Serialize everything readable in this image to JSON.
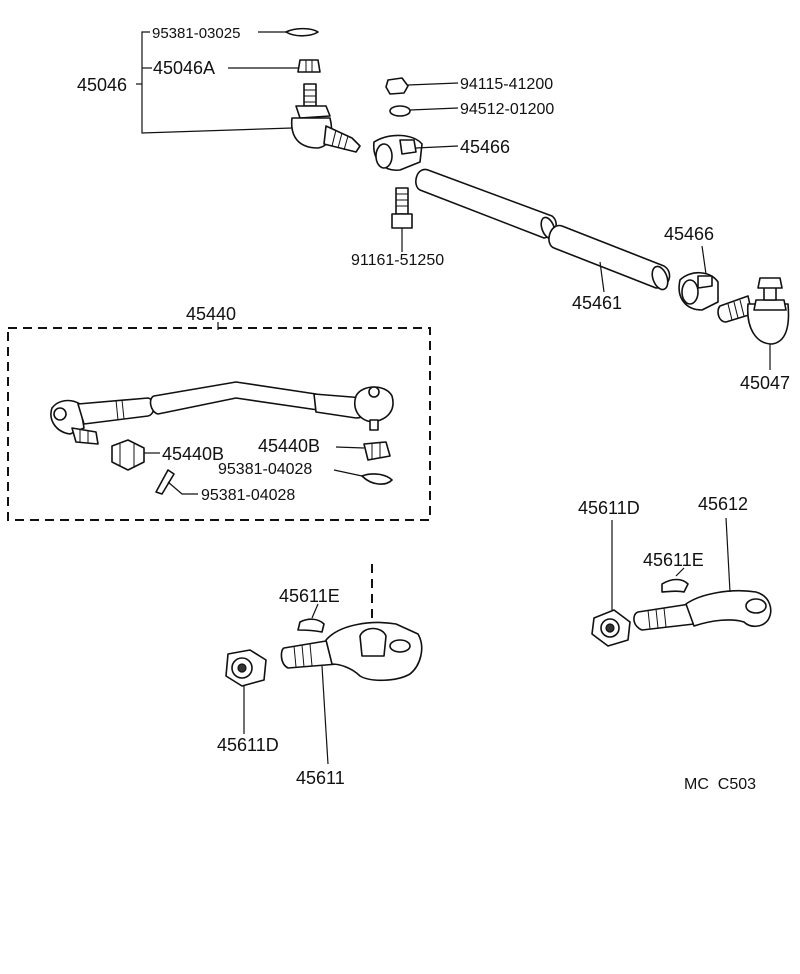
{
  "diagram": {
    "labels": {
      "p95381_03025": "95381-03025",
      "p45046a": "45046A",
      "p45046": "45046",
      "p94115": "94115-41200",
      "p94512": "94512-01200",
      "p45466_top": "45466",
      "p91161": "91161-51250",
      "p45466_right": "45466",
      "p45461": "45461",
      "p45047": "45047",
      "p45440": "45440",
      "p45440b_left": "45440B",
      "p45440b_right": "45440B",
      "p95381_04028_a": "95381-04028",
      "p95381_04028_b": "95381-04028",
      "p45611d_right": "45611D",
      "p45612": "45612",
      "p45611e_right": "45611E",
      "p45611e_left": "45611E",
      "p45611d_left": "45611D",
      "p45611": "45611",
      "ref_code": "MC  C503"
    }
  }
}
